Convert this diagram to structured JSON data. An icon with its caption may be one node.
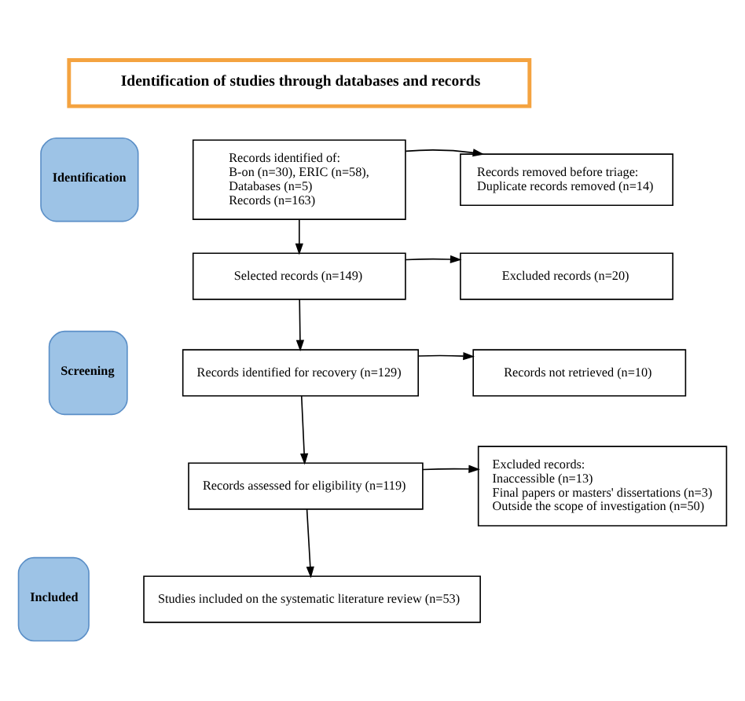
{
  "diagram": {
    "nodes": [
      {
        "text": [
          "Identification of studies through databases and records"
        ]
      },
      {
        "text": [
          "Identification"
        ]
      },
      {
        "text": [
          "Records identified of:",
          "B-on (n=30), ERIC (n=58),",
          "Databases (n=5)",
          "Records (n=163)"
        ]
      },
      {
        "text": [
          "Records removed before triage:",
          "Duplicate records removed (n=14)"
        ]
      },
      {
        "text": [
          "Screening"
        ]
      },
      {
        "text": [
          "Selected records (n=149)"
        ]
      },
      {
        "text": [
          "Excluded records (n=20)"
        ]
      },
      {
        "text": [
          "Records identified for recovery (n=129)"
        ]
      },
      {
        "text": [
          "Records not retrieved (n=10)"
        ]
      },
      {
        "text": [
          "Records assessed for eligibility (n=119)"
        ]
      },
      {
        "text": [
          "Excluded records:",
          "Inaccessible (n=13)",
          "Final papers or masters' dissertations (n=3)",
          "Outside the scope of investigation (n=50)"
        ]
      },
      {
        "text": [
          "Included"
        ]
      },
      {
        "text": [
          "Studies included on the systematic literature review (n=53)"
        ]
      }
    ],
    "edges": [
      {
        "from": 2,
        "to": 3,
        "arrow": "to"
      },
      {
        "from": 2,
        "to": 5,
        "arrow": "to"
      },
      {
        "from": 5,
        "to": 6,
        "arrow": "to"
      },
      {
        "from": 5,
        "to": 7,
        "arrow": "to"
      },
      {
        "from": 7,
        "to": 8,
        "arrow": "to"
      },
      {
        "from": 7,
        "to": 9,
        "arrow": "to"
      },
      {
        "from": 9,
        "to": 10,
        "arrow": "to"
      },
      {
        "from": 9,
        "to": 12,
        "arrow": "to"
      }
    ]
  }
}
